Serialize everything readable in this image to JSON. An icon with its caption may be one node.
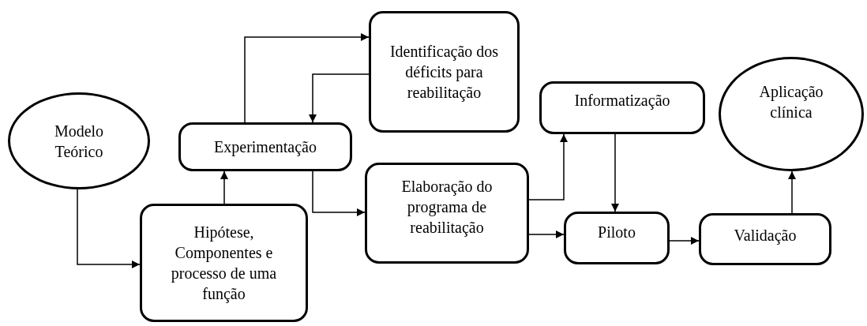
{
  "diagram": {
    "nodes": [
      {
        "text": [
          "Modelo Teórico"
        ]
      },
      {
        "text": [
          "Hipótese, Componentes e processo de uma função"
        ]
      },
      {
        "text": [
          "Experimentação"
        ]
      },
      {
        "text": [
          "Identificação dos déficits para reabilitação"
        ]
      },
      {
        "text": [
          "Elaboração do programa de reabilitação"
        ]
      },
      {
        "text": [
          "Informatização"
        ]
      },
      {
        "text": [
          "Piloto"
        ]
      },
      {
        "text": [
          "Validação"
        ]
      },
      {
        "text": [
          "Aplicação clínica"
        ]
      }
    ],
    "edges": [
      {
        "from": 0,
        "to": 1,
        "arrow": "to"
      },
      {
        "from": 1,
        "to": 2,
        "arrow": "to"
      },
      {
        "from": 2,
        "to": 3,
        "arrow": "to"
      },
      {
        "from": 3,
        "to": 2,
        "arrow": "to"
      },
      {
        "from": 2,
        "to": 4,
        "arrow": "to"
      },
      {
        "from": 4,
        "to": 5,
        "arrow": "to"
      },
      {
        "from": 5,
        "to": 6,
        "arrow": "to"
      },
      {
        "from": 4,
        "to": 6,
        "arrow": "to"
      },
      {
        "from": 6,
        "to": 7,
        "arrow": "to"
      },
      {
        "from": 7,
        "to": 8,
        "arrow": "to"
      }
    ]
  }
}
